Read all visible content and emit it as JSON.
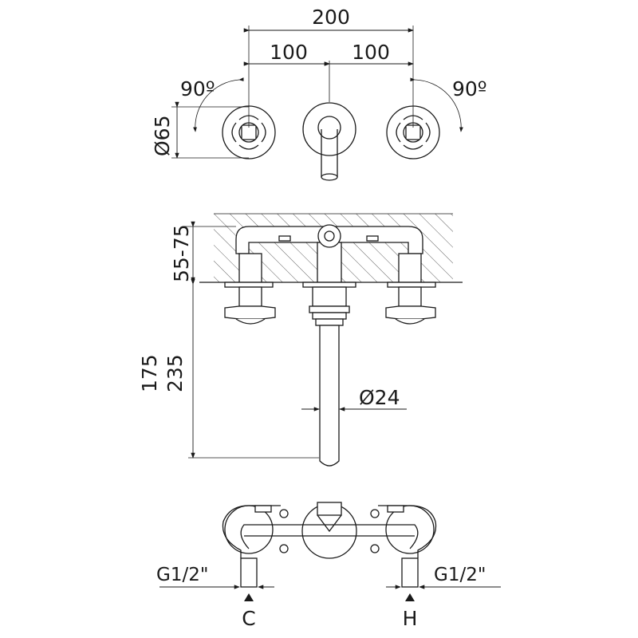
{
  "top_view": {
    "overall_width": "200",
    "left_spacing": "100",
    "right_spacing": "100",
    "left_rotation": "90º",
    "right_rotation": "90º",
    "handle_diameter": "Ø65"
  },
  "front_view": {
    "depth_range": "55-75",
    "height_min": "175",
    "height_max": "235",
    "spout_diameter": "Ø24"
  },
  "bottom_view": {
    "left_thread": "G1/2\"",
    "right_thread": "G1/2\"",
    "cold_label": "C",
    "hot_label": "H"
  }
}
